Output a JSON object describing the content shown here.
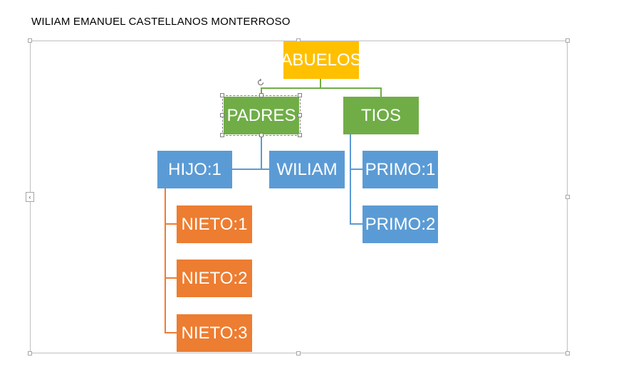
{
  "document": {
    "title": "WILIAM EMANUEL CASTELLANOS MONTERROSO"
  },
  "diagram": {
    "nodes": {
      "abuelos": "ABUELOS",
      "padres": "PADRES",
      "tios": "TIOS",
      "hijo": "HIJO:1",
      "wiliam": "WILIAM",
      "primo1": "PRIMO:1",
      "primo2": "PRIMO:2",
      "nieto1": "NIETO:1",
      "nieto2": "NIETO:2",
      "nieto3": "NIETO:3"
    },
    "colors": {
      "level1": "#ffc000",
      "level2": "#70ad47",
      "level3": "#5b9bd5",
      "level4": "#ed7d31"
    },
    "selected_node": "PADRES"
  }
}
